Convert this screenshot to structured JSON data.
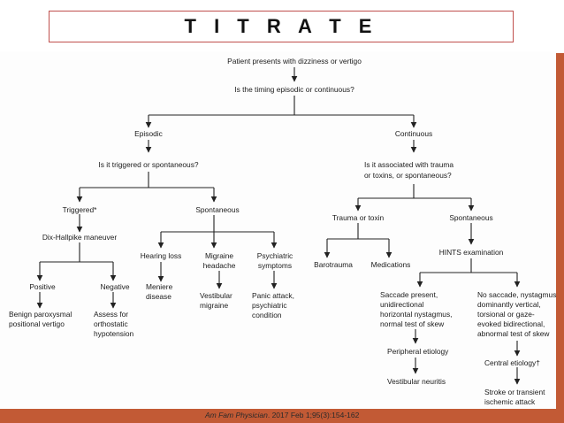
{
  "slide": {
    "title": "T I T R A T E",
    "citation": {
      "journal": "Am Fam Physician",
      "details": ". 2017 Feb 1;95(3):154-162"
    }
  },
  "colors": {
    "accent": "#c25a35",
    "title_border": "#c0504d",
    "line": "#222222"
  },
  "flowchart": {
    "start": "Patient presents with dizziness or vertigo",
    "timing_question": "Is the timing episodic or continuous?",
    "episodic": "Episodic",
    "continuous": "Continuous",
    "triggered_question": "Is it triggered or spontaneous?",
    "trauma_question_1": "Is it associated with trauma",
    "trauma_question_2": "or toxins, or spontaneous?",
    "triggered": "Triggered*",
    "spontaneous_episodic": "Spontaneous",
    "trauma_or_toxin": "Trauma or toxin",
    "spontaneous_continuous": "Spontaneous",
    "dix_hallpike": "Dix-Hallpike maneuver",
    "hearing_loss": "Hearing loss",
    "migraine_headache_1": "Migraine",
    "migraine_headache_2": "headache",
    "psychiatric_symptoms_1": "Psychiatric",
    "psychiatric_symptoms_2": "symptoms",
    "barotrauma": "Barotrauma",
    "medications": "Medications",
    "hints": "HINTS examination",
    "positive": "Positive",
    "negative": "Negative",
    "meniere_1": "Meniere",
    "meniere_2": "disease",
    "vestibular_migraine_1": "Vestibular",
    "vestibular_migraine_2": "migraine",
    "panic_1": "Panic attack,",
    "panic_2": "psychiatric",
    "panic_3": "condition",
    "bppv_1": "Benign paroxysmal",
    "bppv_2": "positional vertigo",
    "orthostatic_1": "Assess for",
    "orthostatic_2": "orthostatic",
    "orthostatic_3": "hypotension",
    "saccade_1": "Saccade present,",
    "saccade_2": "unidirectional",
    "saccade_3": "horizontal nystagmus,",
    "saccade_4": "normal test of skew",
    "no_saccade_1": "No saccade, nystagmus",
    "no_saccade_2": "dominantly vertical,",
    "no_saccade_3": "torsional or gaze-",
    "no_saccade_4": "evoked bidirectional,",
    "no_saccade_5": "abnormal test of skew",
    "peripheral": "Peripheral etiology",
    "central": "Central etiology†",
    "vestibular_neuritis": "Vestibular neuritis",
    "stroke_1": "Stroke or transient",
    "stroke_2": "ischemic attack"
  }
}
